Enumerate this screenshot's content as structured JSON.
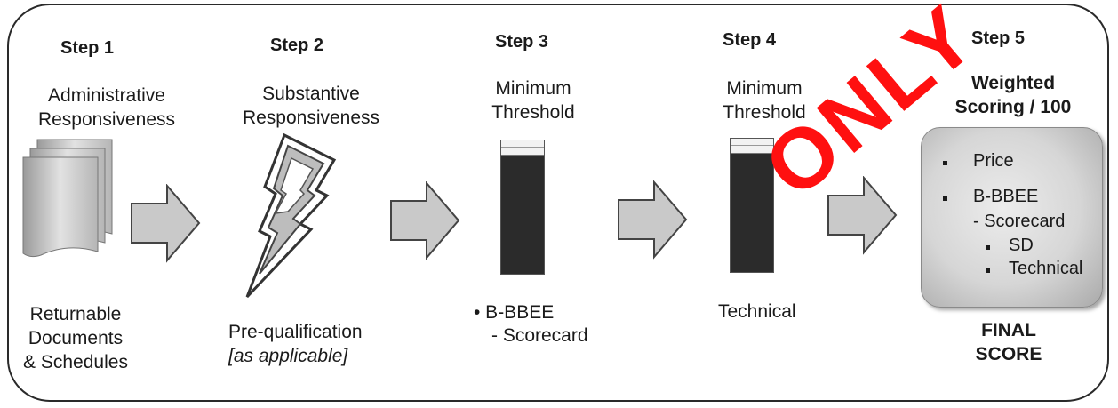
{
  "steps": [
    {
      "label": "Step 1",
      "title": [
        "Administrative",
        "Responsiveness"
      ],
      "bottom": [
        "Returnable",
        "Documents",
        "& Schedules"
      ]
    },
    {
      "label": "Step 2",
      "title": [
        "Substantive",
        "Responsiveness"
      ],
      "bottom": [
        "Pre-qualification",
        "[as applicable]"
      ]
    },
    {
      "label": "Step 3",
      "title": [
        "Minimum",
        "Threshold"
      ],
      "bottom": [
        "• B-BBEE",
        "- Scorecard"
      ]
    },
    {
      "label": "Step 4",
      "title": [
        "Minimum",
        "Threshold"
      ],
      "bottom": [
        "Technical"
      ]
    },
    {
      "label": "Step 5",
      "title": [
        "Weighted",
        "Scoring / 100"
      ],
      "bottom": [
        "FINAL",
        "SCORE"
      ]
    }
  ],
  "scoring_box": {
    "items": [
      "Price",
      "B-BBEE",
      "- Scorecard",
      "SD",
      "Technical"
    ]
  },
  "watermark": "ONLY",
  "colors": {
    "arrow_fill": "#c9c9c9",
    "bar": "#2b2b2b",
    "watermark": "#ff1010"
  }
}
